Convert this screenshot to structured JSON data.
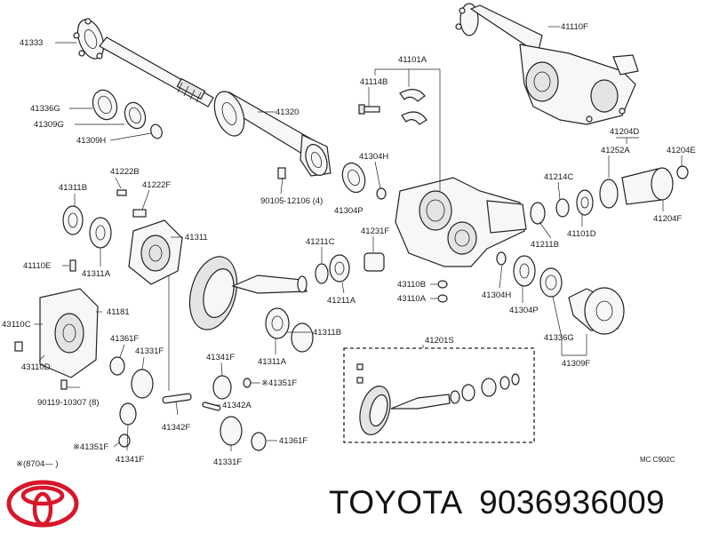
{
  "brand": {
    "name": "TOYOTA",
    "part_number": "9036936009",
    "logo_icon": "toyota-logo-icon",
    "logo_color": "#d7172a"
  },
  "diagram": {
    "labels": {
      "l41333": "41333",
      "l41336G": "41336G",
      "l41309G": "41309G",
      "l41309H": "41309H",
      "l41320": "41320",
      "l90105": "90105-12106 (4)",
      "l41304H_top": "41304H",
      "l41304P_top": "41304P",
      "l41101A": "41101A",
      "l41114B": "41114B",
      "l41110F": "41110F",
      "l41204D": "41204D",
      "l41252A": "41252A",
      "l41204E": "41204E",
      "l41214C": "41214C",
      "l41211B": "41211B",
      "l41101D": "41101D",
      "l41204F": "41204F",
      "l41222B": "41222B",
      "l41222F": "41222F",
      "l41311B_l": "41311B",
      "l41311": "41311",
      "l41110E": "41110E",
      "l41311A_l": "41311A",
      "l41211C": "41211C",
      "l41211A": "41211A",
      "l41231F": "41231F",
      "l43110B": "43110B",
      "l43110A": "43110A",
      "l41304H_r": "41304H",
      "l41304P_r": "41304P",
      "l41336G_r": "41336G",
      "l41309F": "41309F",
      "l41181": "41181",
      "l43110C": "43110C",
      "l43110D": "43110D",
      "l90119": "90119-10307 (8)",
      "l41361F_1": "41361F",
      "l41331F_1": "41331F",
      "l41341F_1": "41341F",
      "l41351F_1": "※41351F",
      "l41342A": "41342A",
      "l41342F": "41342F",
      "l41311A_c": "41311A",
      "l41311B_c": "41311B",
      "l41351F_2": "※41351F",
      "l41341F_2": "41341F",
      "l41331F_2": "41331F",
      "l41361F_2": "41361F",
      "l41201S": "41201S",
      "note": "※(8704—    )",
      "code": "MC C902C"
    }
  }
}
